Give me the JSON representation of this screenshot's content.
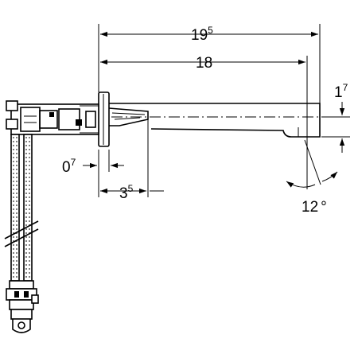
{
  "dimensions": {
    "overall_length": {
      "main": "19",
      "sup": "5"
    },
    "spout_length": {
      "main": "18",
      "sup": ""
    },
    "spout_height": {
      "main": "1",
      "sup": "7"
    },
    "plate_thickness": {
      "main": "0",
      "sup": "7"
    },
    "projection": {
      "main": "3",
      "sup": "5"
    },
    "angle": {
      "main": "12",
      "sup": "°"
    }
  }
}
